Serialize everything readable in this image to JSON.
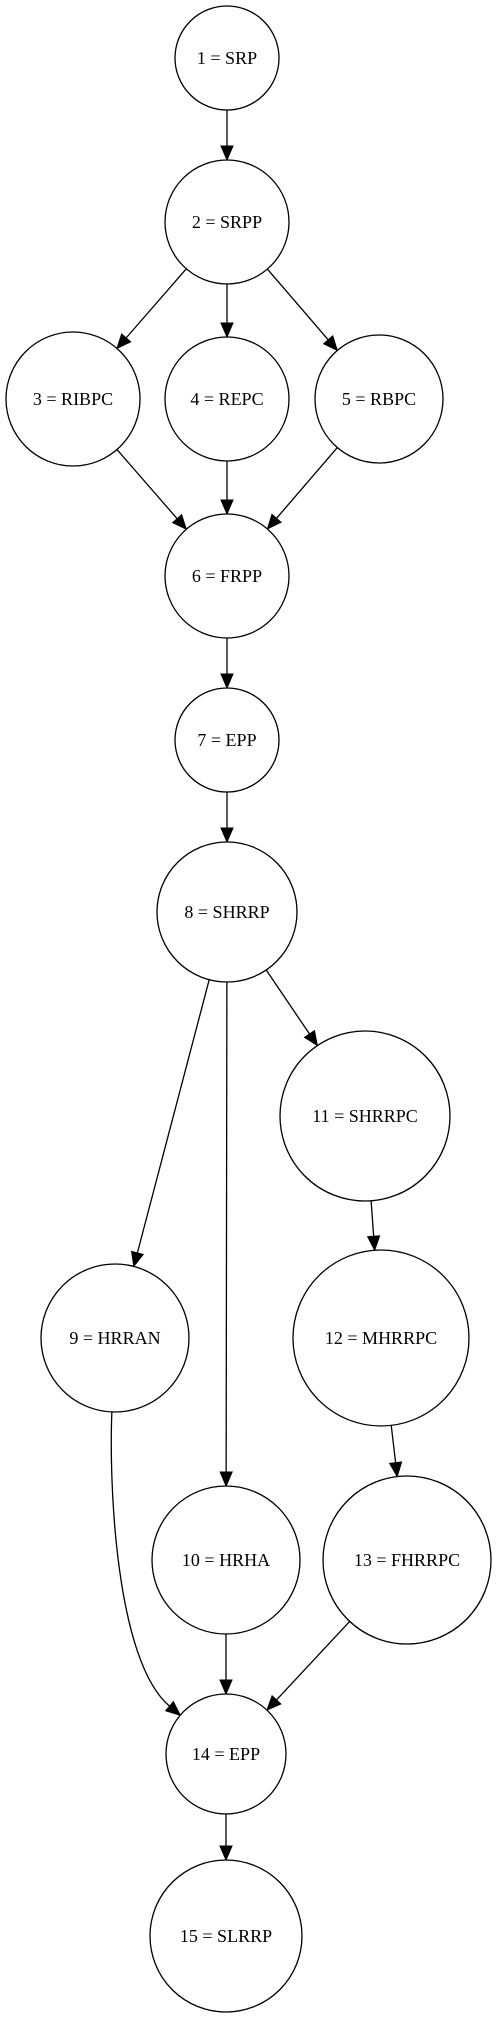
{
  "nodes": [
    {
      "id": "n1",
      "label": "1 = SRP"
    },
    {
      "id": "n2",
      "label": "2 = SRPP"
    },
    {
      "id": "n3",
      "label": "3 = RIBPC"
    },
    {
      "id": "n4",
      "label": "4 = REPC"
    },
    {
      "id": "n5",
      "label": "5 = RBPC"
    },
    {
      "id": "n6",
      "label": "6 = FRPP"
    },
    {
      "id": "n7",
      "label": "7 = EPP"
    },
    {
      "id": "n8",
      "label": "8 = SHRRP"
    },
    {
      "id": "n9",
      "label": "9 = HRRAN"
    },
    {
      "id": "n10",
      "label": "10 = HRHA"
    },
    {
      "id": "n11",
      "label": "11 = SHRRPC"
    },
    {
      "id": "n12",
      "label": "12 = MHRRPC"
    },
    {
      "id": "n13",
      "label": "13 = FHRRPC"
    },
    {
      "id": "n14",
      "label": "14 = EPP"
    },
    {
      "id": "n15",
      "label": "15 = SLRRP"
    }
  ],
  "edges": [
    {
      "from": "n1",
      "to": "n2"
    },
    {
      "from": "n2",
      "to": "n3"
    },
    {
      "from": "n2",
      "to": "n4"
    },
    {
      "from": "n2",
      "to": "n5"
    },
    {
      "from": "n3",
      "to": "n6"
    },
    {
      "from": "n4",
      "to": "n6"
    },
    {
      "from": "n5",
      "to": "n6"
    },
    {
      "from": "n6",
      "to": "n7"
    },
    {
      "from": "n7",
      "to": "n8"
    },
    {
      "from": "n8",
      "to": "n9"
    },
    {
      "from": "n8",
      "to": "n10"
    },
    {
      "from": "n8",
      "to": "n11"
    },
    {
      "from": "n11",
      "to": "n12"
    },
    {
      "from": "n12",
      "to": "n13"
    },
    {
      "from": "n9",
      "to": "n14"
    },
    {
      "from": "n10",
      "to": "n14"
    },
    {
      "from": "n13",
      "to": "n14"
    },
    {
      "from": "n14",
      "to": "n15"
    }
  ]
}
